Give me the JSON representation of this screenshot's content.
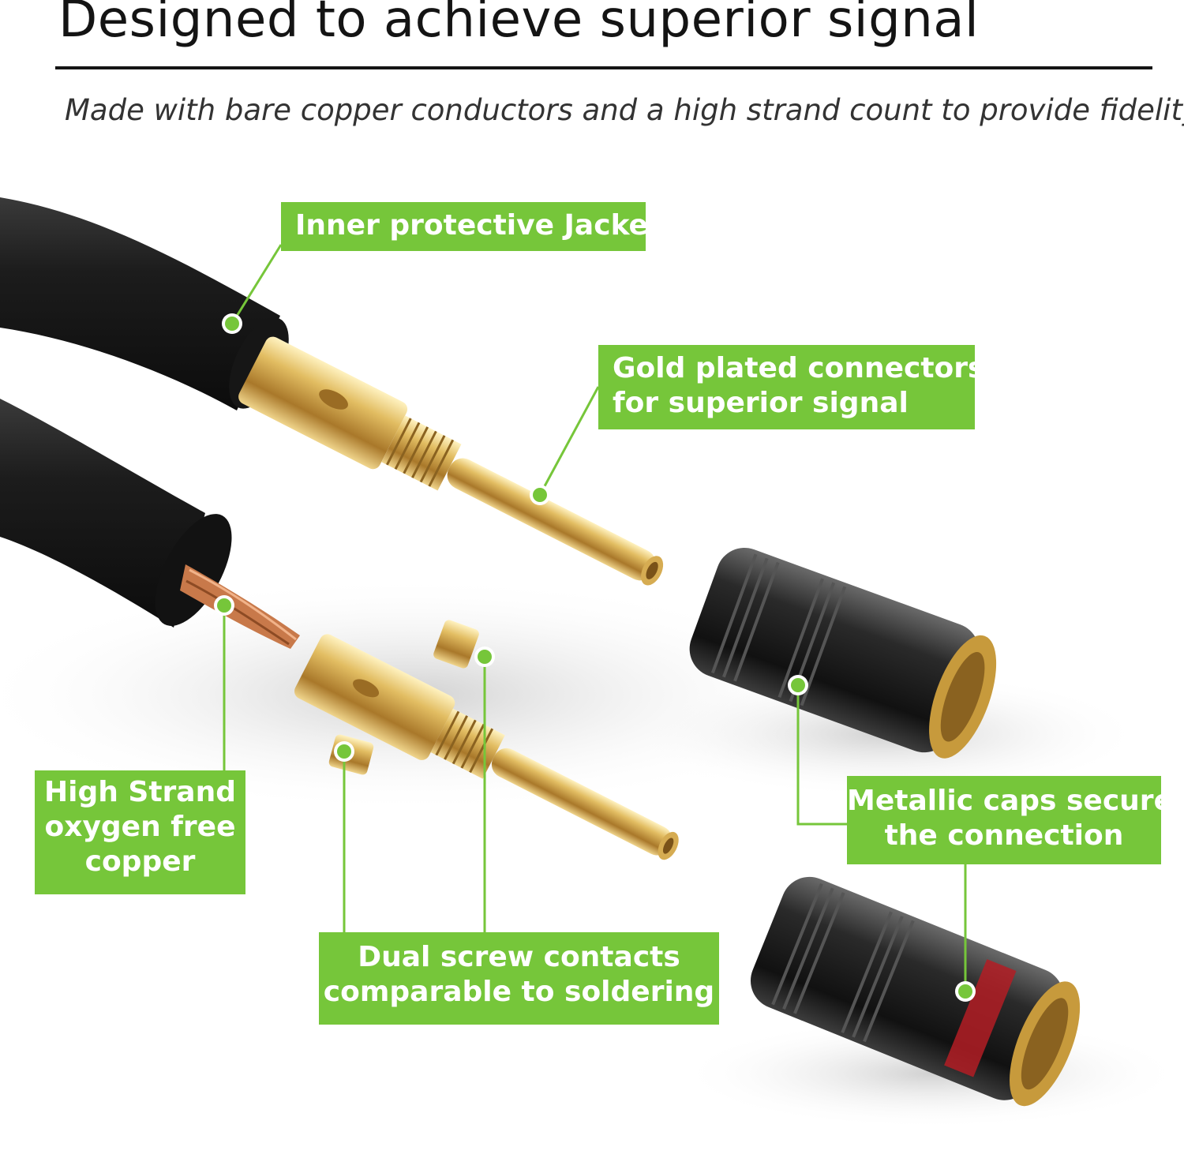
{
  "header": {
    "title": "Designed to achieve superior signal",
    "subtitle": "Made with bare copper conductors and a high strand count to provide fidelity"
  },
  "callouts": {
    "jacket": {
      "lines": [
        "Inner protective Jacket"
      ]
    },
    "gold": {
      "lines": [
        "Gold plated connectors",
        "for superior signal"
      ]
    },
    "strand": {
      "lines": [
        "High Strand",
        "oxygen free",
        "copper"
      ]
    },
    "caps": {
      "lines": [
        "Metallic caps secure",
        "the connection"
      ]
    },
    "dual": {
      "lines": [
        "Dual screw contacts",
        "comparable to soldering"
      ]
    }
  },
  "colors": {
    "accent_green": "#76c63a",
    "cable_black": "#1b1b1b",
    "gold": "#d9b35a",
    "copper": "#c8794a",
    "cap_logo_red": "#c0202a"
  }
}
